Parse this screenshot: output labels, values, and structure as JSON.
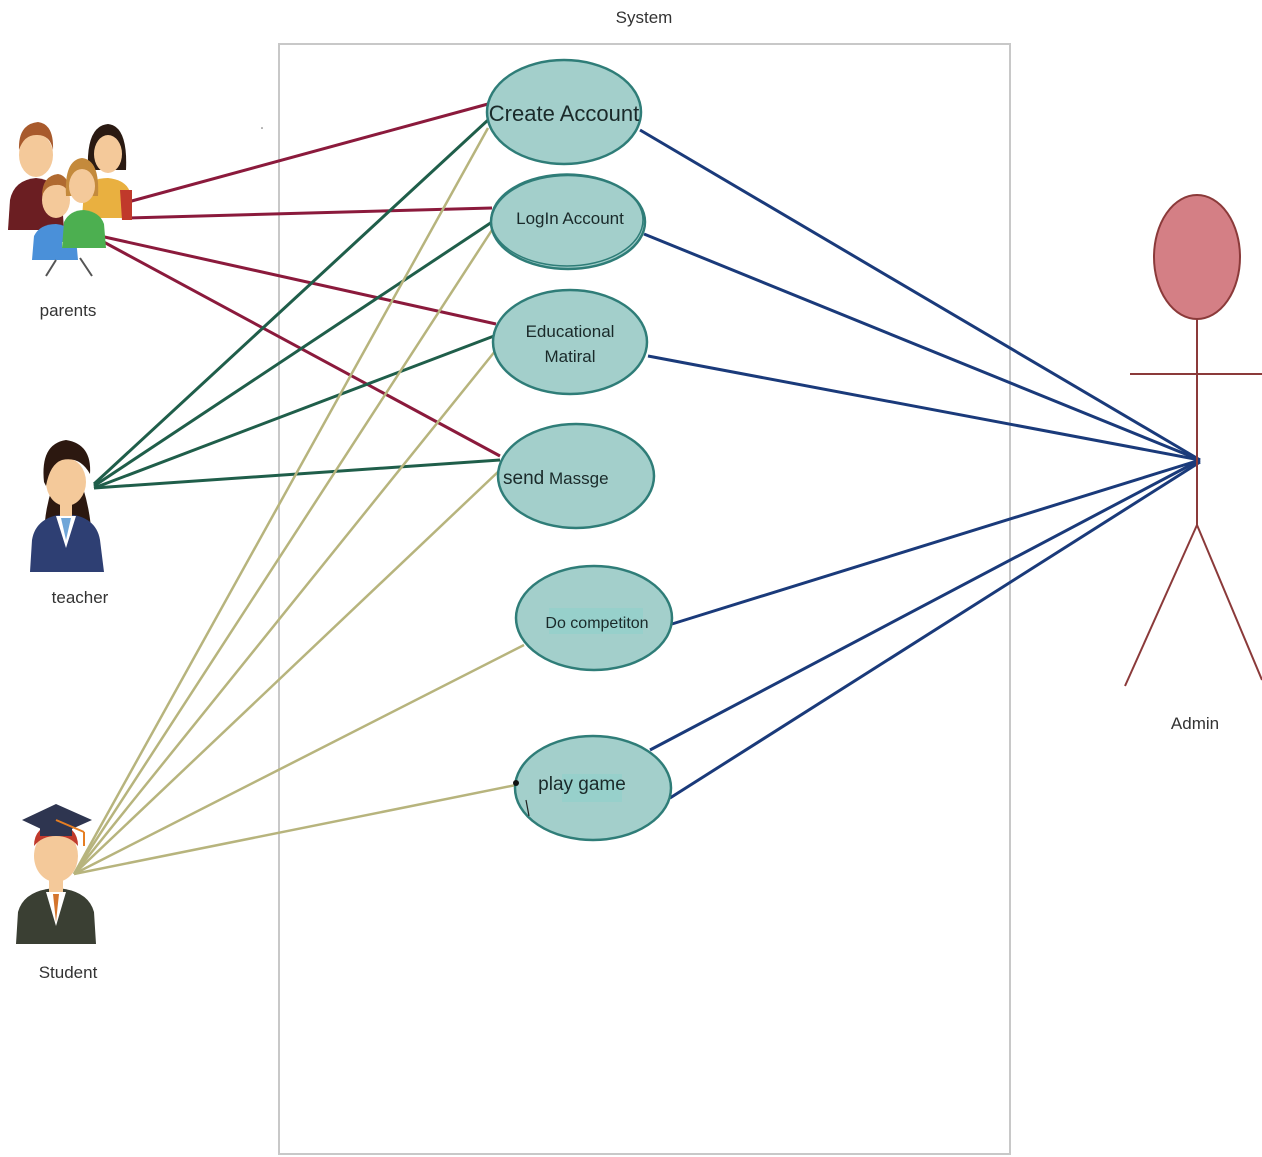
{
  "system": {
    "title": "System"
  },
  "actors": {
    "parents": {
      "label": "parents",
      "line_color": "#8b1a3c"
    },
    "teacher": {
      "label": "teacher",
      "line_color": "#1f5e4a"
    },
    "student": {
      "label": "Student",
      "line_color": "#b7b47d"
    },
    "admin": {
      "label": "Admin",
      "line_color": "#1a3a7a",
      "figure_color": "#8b3a3a",
      "head_fill": "#d47f85"
    }
  },
  "use_cases": {
    "create_account": {
      "label": "Create Account"
    },
    "login_account": {
      "label": "LogIn Account"
    },
    "educational_material": {
      "line1": "Educational",
      "line2": "Matiral"
    },
    "send_message": {
      "label_a": "send",
      "label_b": "Massge"
    },
    "do_competition": {
      "label": "Do competiton"
    },
    "play_game": {
      "label": "play game"
    }
  },
  "colors": {
    "use_case_fill": "#a3cfcb",
    "use_case_stroke": "#2f7d78",
    "boundary": "#c8c8c8"
  }
}
